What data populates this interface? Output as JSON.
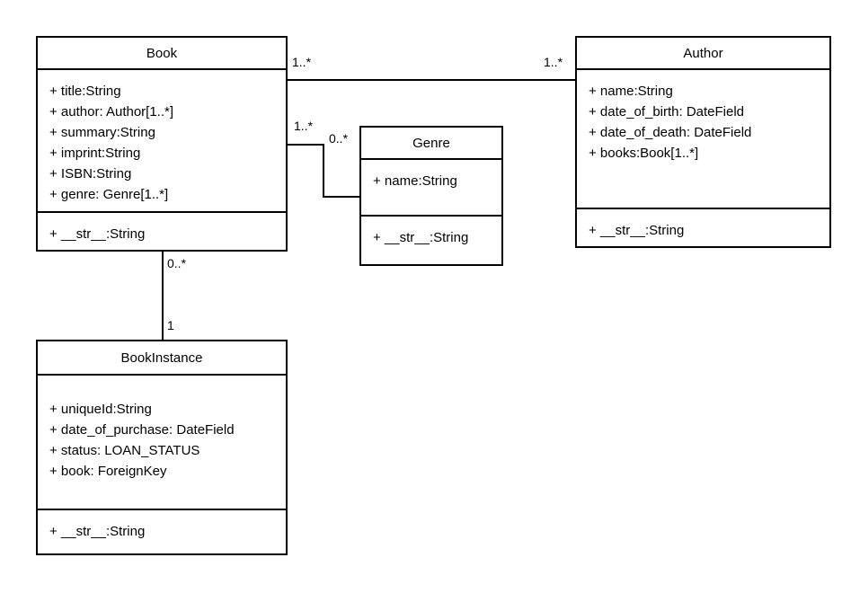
{
  "diagram": {
    "type": "uml-class-diagram",
    "background_color": "#ffffff",
    "line_color": "#000000",
    "text_color": "#000000"
  },
  "classes": {
    "book": {
      "name": "Book",
      "attributes": [
        "+ title:String",
        "+ author: Author[1..*]",
        "+ summary:String",
        "+ imprint:String",
        "+ ISBN:String",
        "+ genre: Genre[1..*]"
      ],
      "methods": [
        "+ __str__:String"
      ]
    },
    "author": {
      "name": "Author",
      "attributes": [
        "+ name:String",
        "+ date_of_birth: DateField",
        "+ date_of_death: DateField",
        "+ books:Book[1..*]"
      ],
      "methods": [
        "+ __str__:String"
      ]
    },
    "genre": {
      "name": "Genre",
      "attributes": [
        "+ name:String"
      ],
      "methods": [
        "+ __str__:String"
      ]
    },
    "bookinstance": {
      "name": "BookInstance",
      "attributes": [
        "+ uniqueId:String",
        "+ date_of_purchase: DateField",
        "+ status: LOAN_STATUS",
        "+ book: ForeignKey"
      ],
      "methods": [
        "+ __str__:String"
      ]
    }
  },
  "associations": {
    "book_author": {
      "source_multiplicity": "1..*",
      "target_multiplicity": "1..*"
    },
    "book_genre": {
      "source_multiplicity": "1..*",
      "target_multiplicity": "0..*"
    },
    "book_bookinstance": {
      "source_multiplicity": "0..*",
      "target_multiplicity": "1"
    }
  }
}
